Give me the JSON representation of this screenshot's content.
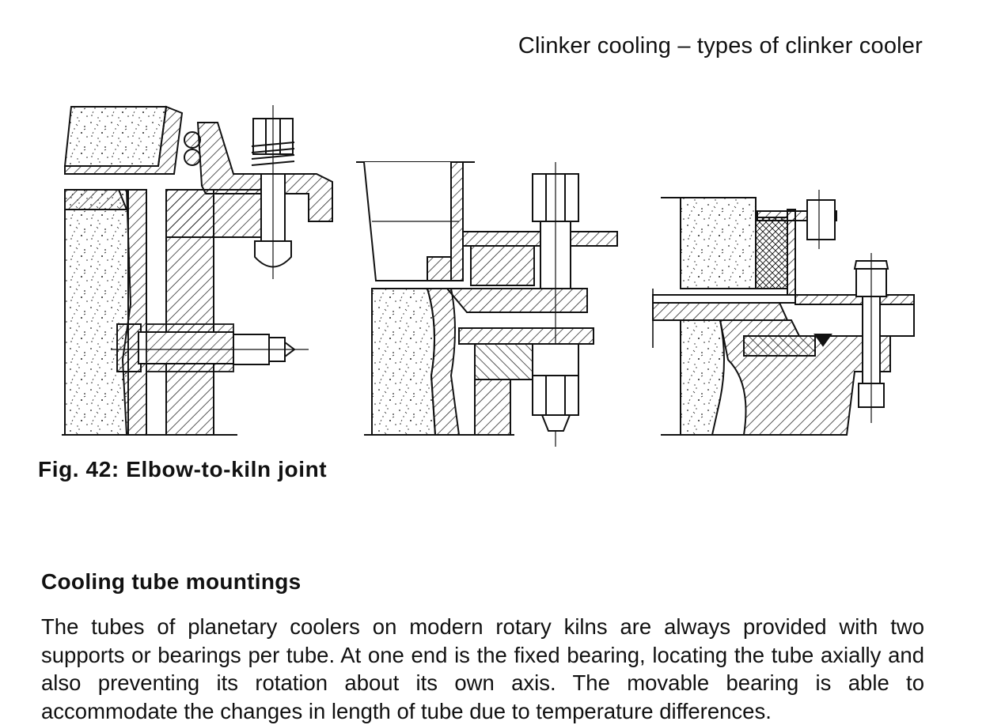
{
  "header": {
    "running_title": "Clinker cooling – types of clinker cooler"
  },
  "figure": {
    "caption": "Fig. 42: Elbow-to-kiln joint"
  },
  "section": {
    "heading": "Cooling tube mountings",
    "paragraph": "The tubes of planetary coolers on modern rotary kilns are always provided with two supports or bearings per tube. At one end is the fixed bearing, locating the tube axially and also preventing its rotation about its own axis. The movable bearing is able to accommodate the changes in length of tube due to temperature differences."
  }
}
